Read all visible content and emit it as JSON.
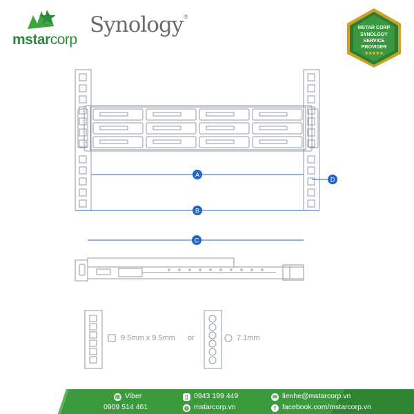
{
  "brand": {
    "logo_text_main": "mstar",
    "logo_text_sub": "corp",
    "partner_logo": "Synology",
    "partner_mark": "®",
    "badge_lines": [
      "MSTAR CORP",
      "SYNOLOGY",
      "SERVICE",
      "PROVIDER"
    ],
    "badge_stars": "★★★★★"
  },
  "diagram": {
    "callouts": {
      "a": "A",
      "b": "B",
      "c": "C",
      "d": "D"
    },
    "hole_square_label": "9.5mm x 9.5mm",
    "or_label": "or",
    "hole_round_label": "7.1mm",
    "line_color": "#1f64c8",
    "drawing_color": "#8f9aa6"
  },
  "footer": {
    "viber_label": "Viber",
    "viber_phone": "0909 514 461",
    "phone": "0943 199 449",
    "website": "mstarcorp.vn",
    "email": "lienhe@mstarcorp.vn",
    "facebook": "facebook.com/mstarcorp.vn",
    "background": "#3a9a3c"
  }
}
